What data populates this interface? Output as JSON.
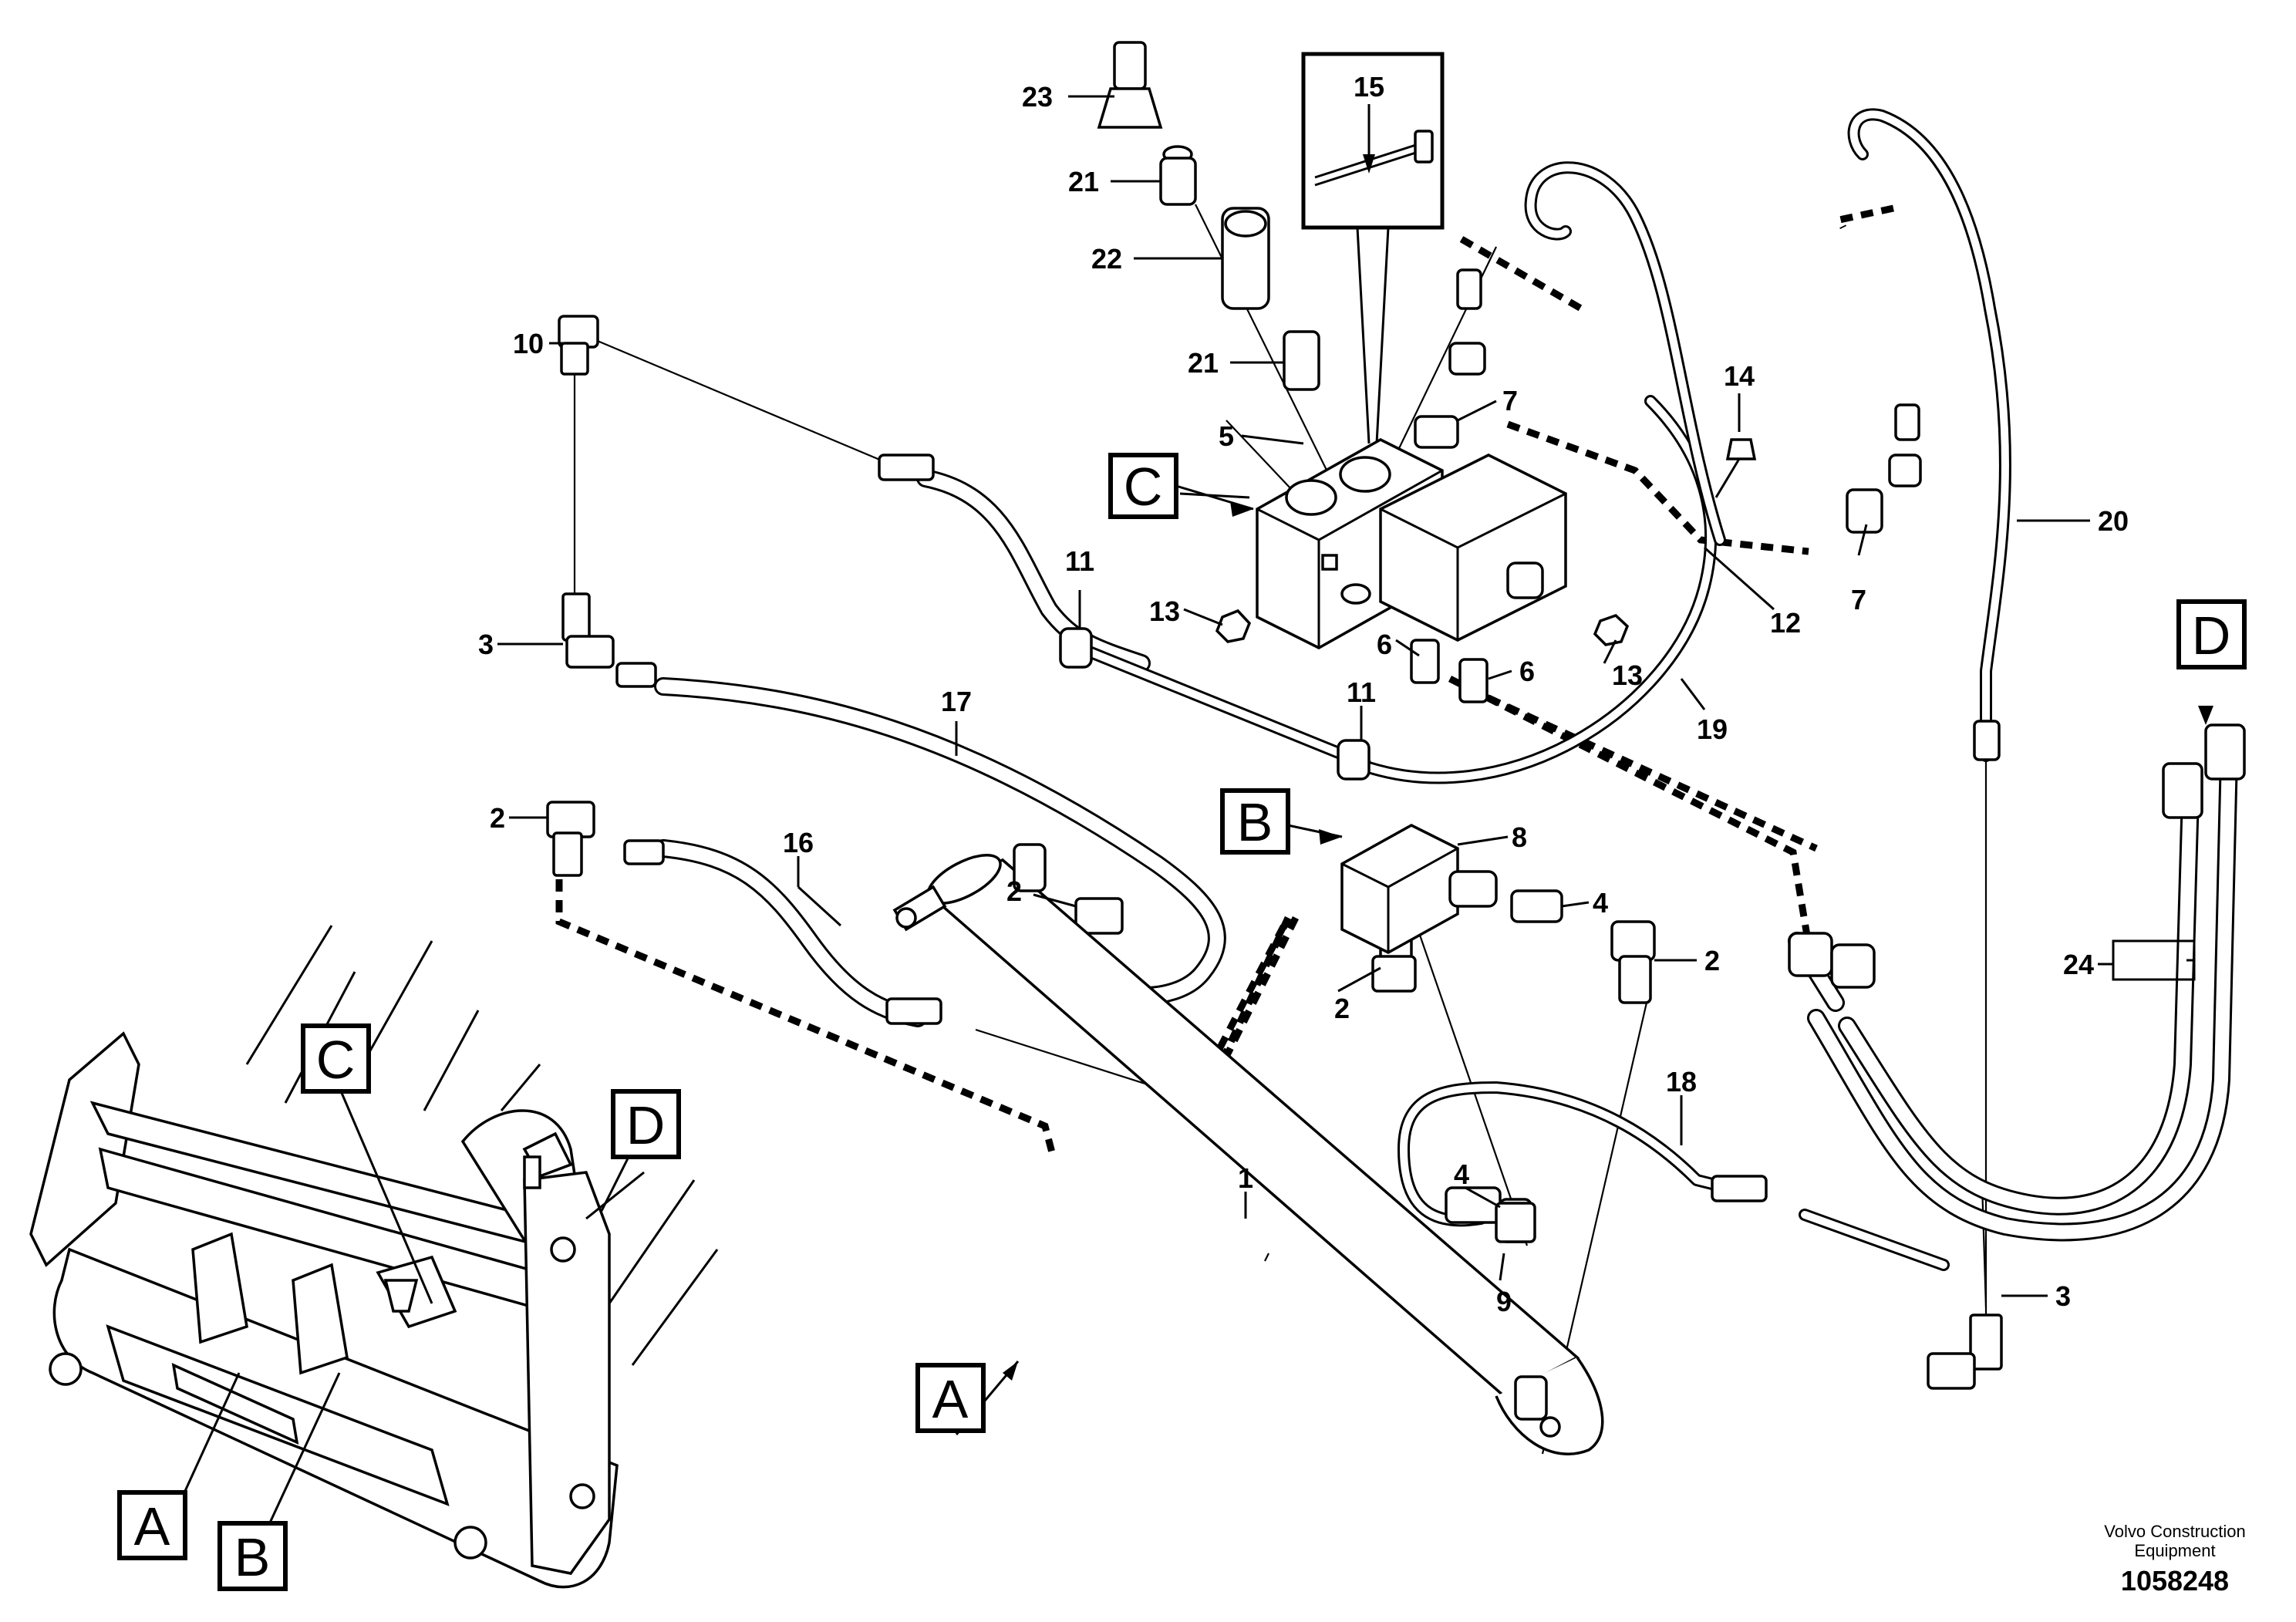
{
  "callouts": {
    "c1": "1",
    "c2a": "2",
    "c2b": "2",
    "c2c": "2",
    "c2d": "2",
    "c3a": "3",
    "c3b": "3",
    "c4a": "4",
    "c4b": "4",
    "c5": "5",
    "c6a": "6",
    "c6b": "6",
    "c7a": "7",
    "c7b": "7",
    "c8": "8",
    "c9": "9",
    "c10": "10",
    "c11a": "11",
    "c11b": "11",
    "c12": "12",
    "c13a": "13",
    "c13b": "13",
    "c14": "14",
    "c15": "15",
    "c16": "16",
    "c17": "17",
    "c18": "18",
    "c19": "19",
    "c20": "20",
    "c21a": "21",
    "c21b": "21",
    "c22": "22",
    "c23": "23",
    "c24": "24"
  },
  "boxes": {
    "a_main": "A",
    "b_main": "B",
    "c_main": "C",
    "d_main": "D",
    "a_small": "A",
    "b_small": "B",
    "c_small": "C",
    "d_small": "D"
  },
  "footer": {
    "line1": "Volvo Construction",
    "line2": "Equipment",
    "drawing_number": "1058248"
  }
}
